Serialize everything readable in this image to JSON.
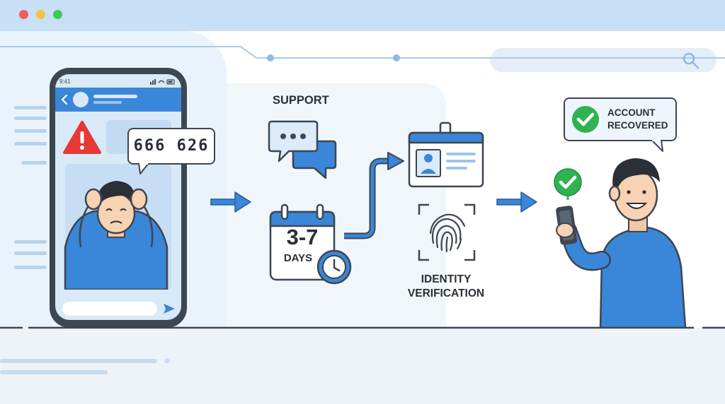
{
  "window": {
    "controls": [
      "close",
      "minimize",
      "maximize"
    ]
  },
  "phone": {
    "status_time": "9:41",
    "code": "666 626",
    "icons": [
      "back-icon",
      "warning-icon",
      "send-icon"
    ]
  },
  "support": {
    "label": "SUPPORT",
    "icon": "chat-bubbles-icon"
  },
  "wait": {
    "line1": "3-7",
    "line2": "DAYS",
    "icons": [
      "calendar-icon",
      "clock-icon"
    ]
  },
  "identity": {
    "line1": "IDENTITY",
    "line2": "VERIFICATION",
    "icons": [
      "id-badge-icon",
      "fingerprint-icon"
    ]
  },
  "recovered": {
    "line1": "ACCOUNT",
    "line2": "RECOVERED",
    "icon": "check-circle-icon"
  },
  "colors": {
    "accent": "#3a86d8",
    "success": "#2fb352",
    "warning": "#e53935",
    "outline": "#3d4652",
    "titlebar": "#c8e0f6"
  }
}
